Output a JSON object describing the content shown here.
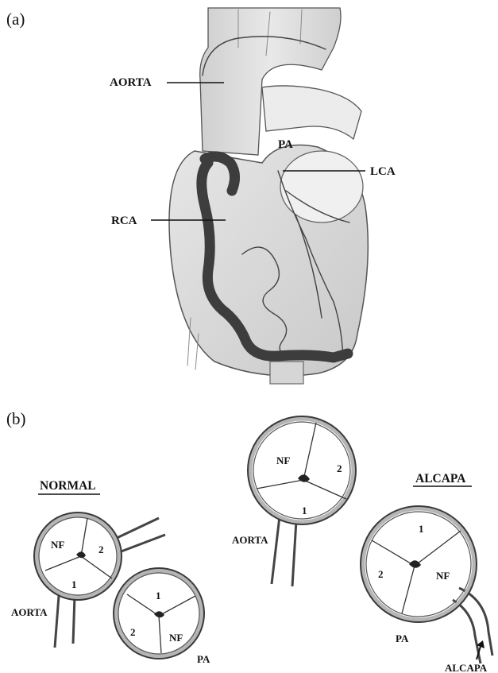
{
  "panel_a": {
    "label": "(a)",
    "labels": {
      "aorta": "AORTA",
      "pa": "PA",
      "lca": "LCA",
      "rca": "RCA"
    }
  },
  "panel_b": {
    "label": "(b)",
    "normal": {
      "title": "NORMAL",
      "aortic_valve": {
        "vessel_label": "AORTA",
        "cusps": [
          "NF",
          "2",
          "1"
        ]
      },
      "pulmonary_valve": {
        "vessel_label": "PA",
        "cusps": [
          "1",
          "2",
          "NF"
        ]
      }
    },
    "alcapa": {
      "title": "ALCAPA",
      "aortic_valve": {
        "vessel_label": "AORTA",
        "cusps": [
          "NF",
          "2",
          "1"
        ]
      },
      "pulmonary_valve": {
        "vessel_label": "PA",
        "cusps": [
          "1",
          "2",
          "NF"
        ]
      },
      "anomalous_artery_label": "ALCAPA"
    }
  },
  "colors": {
    "ink": "#111111",
    "sketch": "#444444",
    "shading": "#d4d4d4",
    "rca_dark": "#3d3d3d"
  }
}
